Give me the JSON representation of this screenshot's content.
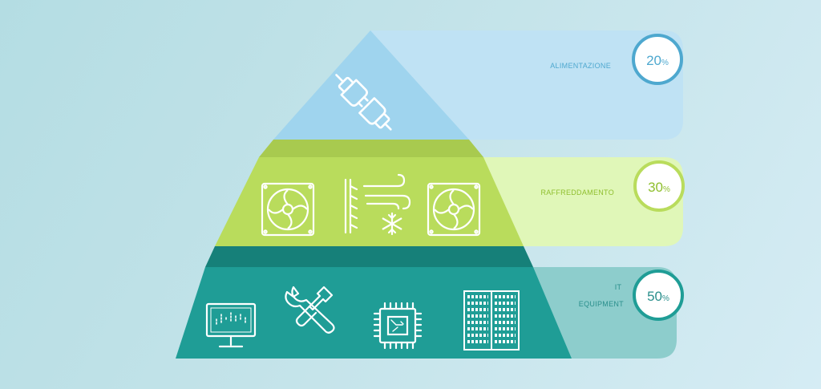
{
  "colors": {
    "tier1": "#9fd4ee",
    "tier1_band": "#bfe2f4",
    "tier1_text": "#4ea8cf",
    "tier2": "#b9dc5c",
    "tier2_dark": "#a8ca4f",
    "tier2_band": "#e0f7b8",
    "tier2_text": "#8fbf2e",
    "tier3": "#1f9d96",
    "tier3_dark": "#168079",
    "tier3_band": "#8dcdcc",
    "tier3_text": "#2a8f8c"
  },
  "tiers": [
    {
      "label": "ALIMENTAZIONE",
      "percent": "20",
      "unit": "%",
      "icons": [
        "plug-icon"
      ]
    },
    {
      "label": "RAFFREDDAMENTO",
      "percent": "30",
      "unit": "%",
      "icons": [
        "fan-icon",
        "wind-heatsink-icon",
        "snowflake-icon",
        "fan-icon"
      ]
    },
    {
      "label_line1": "IT",
      "label_line2": "EQUIPMENT",
      "percent": "50",
      "unit": "%",
      "icons": [
        "monitor-icon",
        "tools-icon",
        "chip-icon",
        "server-rack-icon"
      ]
    }
  ]
}
